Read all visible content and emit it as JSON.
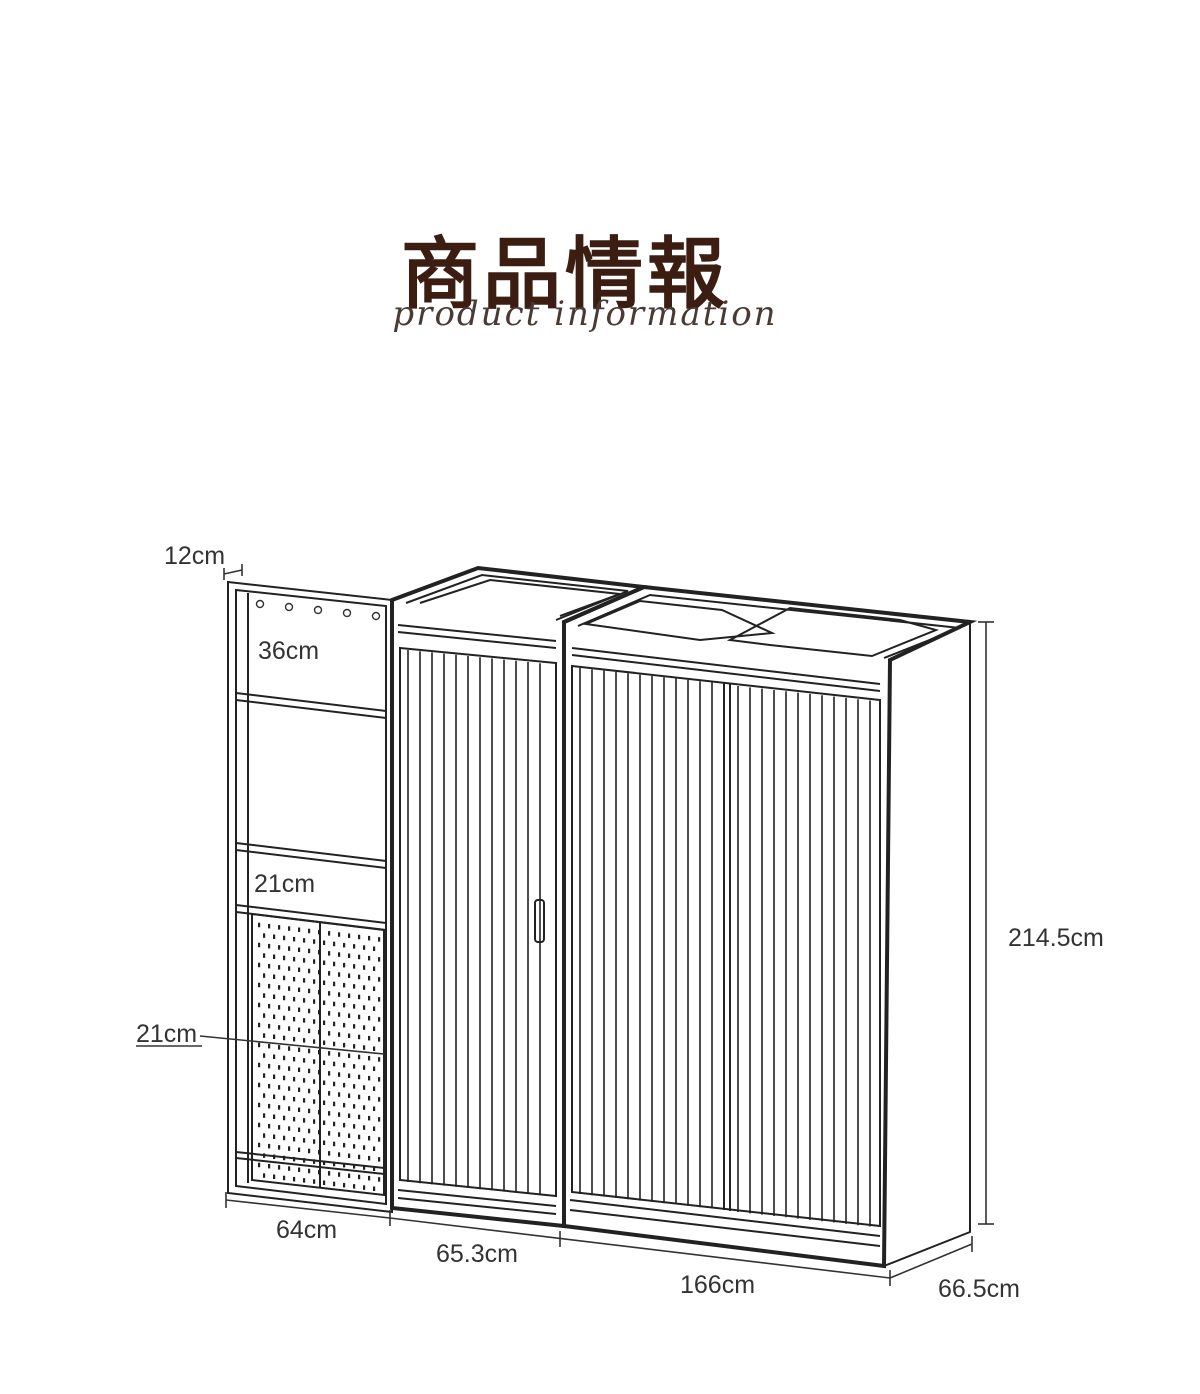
{
  "header": {
    "title": "商品情報",
    "subtitle": "product information"
  },
  "dimensions": {
    "side_depth": "12cm",
    "upper_compartment": "36cm",
    "middle_compartment": "21cm",
    "pegboard_section": "21cm",
    "height": "214.5cm",
    "side_width": "64cm",
    "door_width": "65.3cm",
    "total_width": "166cm",
    "depth": "66.5cm"
  },
  "colors": {
    "title": "#3b1d12",
    "line": "#222222"
  }
}
